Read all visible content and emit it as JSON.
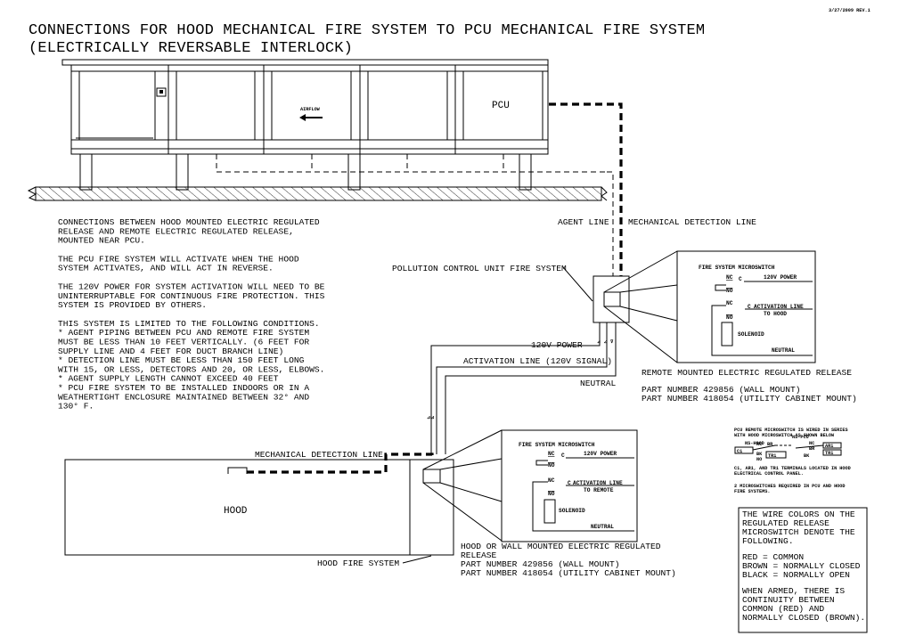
{
  "header": {
    "date_rev": "3/27/2009  REV.1",
    "title_line1": "CONNECTIONS FOR HOOD MECHANICAL FIRE SYSTEM TO PCU MECHANICAL FIRE SYSTEM",
    "title_line2": "(ELECTRICALLY REVERSABLE INTERLOCK)"
  },
  "pcu_unit": {
    "label": "PCU",
    "airflow_label": "AIRFLOW",
    "airflow_direction": "left"
  },
  "lines": {
    "agent_line": "AGENT LINE",
    "mechanical_detection_line_top": "MECHANICAL DETECTION LINE",
    "mechanical_detection_line_hood": "MECHANICAL DETECTION LINE",
    "power_120v": "120V POWER",
    "activation_line": "ACTIVATION LINE (120V SIGNAL)",
    "neutral": "NEUTRAL"
  },
  "notes": {
    "paragraphs": [
      [
        "CONNECTIONS BETWEEN HOOD MOUNTED ELECTRIC REGULATED",
        "RELEASE AND REMOTE ELECTRIC REGULATED RELEASE,",
        "MOUNTED NEAR PCU."
      ],
      [
        "THE PCU FIRE SYSTEM WILL ACTIVATE WHEN THE HOOD",
        "SYSTEM ACTIVATES, AND WILL ACT IN REVERSE."
      ],
      [
        "THE 120V POWER FOR SYSTEM ACTIVATION WILL NEED TO BE",
        "UNINTERRUPTABLE FOR CONTINUOUS FIRE PROTECTION.  THIS",
        "SYSTEM IS PROVIDED BY OTHERS."
      ],
      [
        "THIS SYSTEM IS LIMITED TO THE FOLLOWING CONDITIONS.",
        "*   AGENT PIPING BETWEEN PCU AND REMOTE FIRE SYSTEM",
        "MUST BE LESS THAN 10 FEET VERTICALLY.  (6 FEET FOR",
        "SUPPLY LINE AND 4 FEET FOR DUCT BRANCH LINE)",
        "*   DETECTION LINE MUST BE LESS THAN 150 FEET LONG",
        "WITH 15, OR LESS, DETECTORS AND 20, OR LESS, ELBOWS.",
        "*   AGENT SUPPLY LENGTH CANNOT EXCEED 40 FEET",
        "*   PCU FIRE SYSTEM TO BE INSTALLED INDOORS OR IN A",
        "WEATHERTIGHT ENCLOSURE MAINTAINED BETWEEN 32° AND",
        "130° F."
      ]
    ]
  },
  "pcu_fire_system": {
    "label": "POLLUTION CONTROL UNIT FIRE SYSTEM",
    "detail": {
      "title": "FIRE SYSTEM MICROSWITCH",
      "nc": "NC",
      "no": "NO",
      "c": "C",
      "power": "120V POWER",
      "activation": "ACTIVATION LINE",
      "activation_to": "TO HOOD",
      "solenoid": "SOLENOID",
      "neutral": "NEUTRAL"
    },
    "caption": "REMOTE MOUNTED ELECTRIC REGULATED RELEASE",
    "parts": [
      "PART NUMBER 429856 (WALL MOUNT)",
      "PART NUMBER 418054 (UTILITY CABINET MOUNT)"
    ]
  },
  "hood": {
    "label": "HOOD",
    "fire_system_label": "HOOD FIRE SYSTEM",
    "detail": {
      "title": "FIRE SYSTEM MICROSWITCH",
      "nc": "NC",
      "no": "NO",
      "c": "C",
      "power": "120V POWER",
      "activation": "ACTIVATION LINE",
      "activation_to": "TO REMOTE",
      "solenoid": "SOLENOID",
      "neutral": "NEUTRAL"
    },
    "caption": [
      "HOOD OR WALL MOUNTED ELECTRIC REGULATED",
      "RELEASE"
    ],
    "parts": [
      "PART NUMBER 429856 (WALL MOUNT)",
      "PART NUMBER 418054 (UTILITY CABINET MOUNT)"
    ]
  },
  "series_note": {
    "top": [
      "PCU REMOTE MICROSWITCH IS WIRED IN SERIES",
      "WITH HOOD MICROSWITCH AS SHOWN BELOW"
    ],
    "labels": {
      "ns_hood": "NS-HOOD",
      "ns_pcu": "NS-PCU",
      "c1_terminal": "C1",
      "ar1_terminal": "AR1",
      "tr1_terminal": "TR1",
      "tr1_terminal_b": "TR1",
      "nc": "NC",
      "no": "NO",
      "bk": "BK",
      "rd": "RD",
      "br": "BR",
      "c": "C"
    },
    "bottom1": [
      "C1, AR1, AND TR1 TERMINALS LOCATED IN HOOD",
      "ELECTRICAL CONTROL PANEL."
    ],
    "bottom2": [
      "2 MICROSWITCHES REQUIRED IN PCU AND HOOD",
      "FIRE SYSTEMS."
    ]
  },
  "wire_colors": {
    "intro": [
      "THE WIRE COLORS ON THE",
      "REGULATED RELEASE",
      "MICROSWITCH DENOTE THE",
      "FOLLOWING."
    ],
    "legend": [
      "RED   = COMMON",
      "BROWN = NORMALLY CLOSED",
      "BLACK = NORMALLY OPEN"
    ],
    "outro": [
      "WHEN ARMED, THERE IS",
      "CONTINUITY BETWEEN",
      "COMMON (RED) AND",
      "NORMALLY CLOSED (BROWN)."
    ]
  }
}
